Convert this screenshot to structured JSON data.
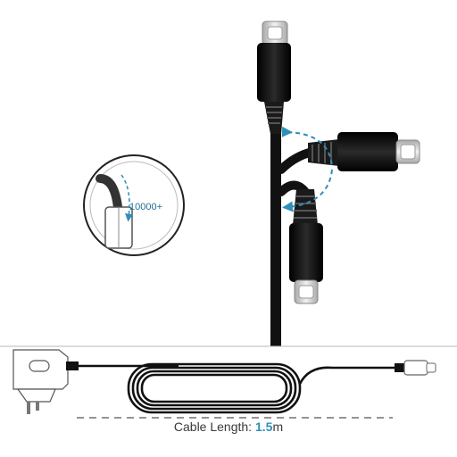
{
  "bend_test": {
    "count_label": "10000+"
  },
  "caption": {
    "prefix": "Cable Length: ",
    "value": "1.5",
    "unit": "m"
  },
  "colors": {
    "cable": "#111111",
    "connector": "#1a1a1a",
    "metal": "#c9c9c9",
    "accent": "#2f8fb8",
    "floor_line": "#b9b9b9"
  },
  "icons": [
    "usb-c-connector",
    "bend-arrow",
    "wall-charger",
    "coiled-cable"
  ]
}
